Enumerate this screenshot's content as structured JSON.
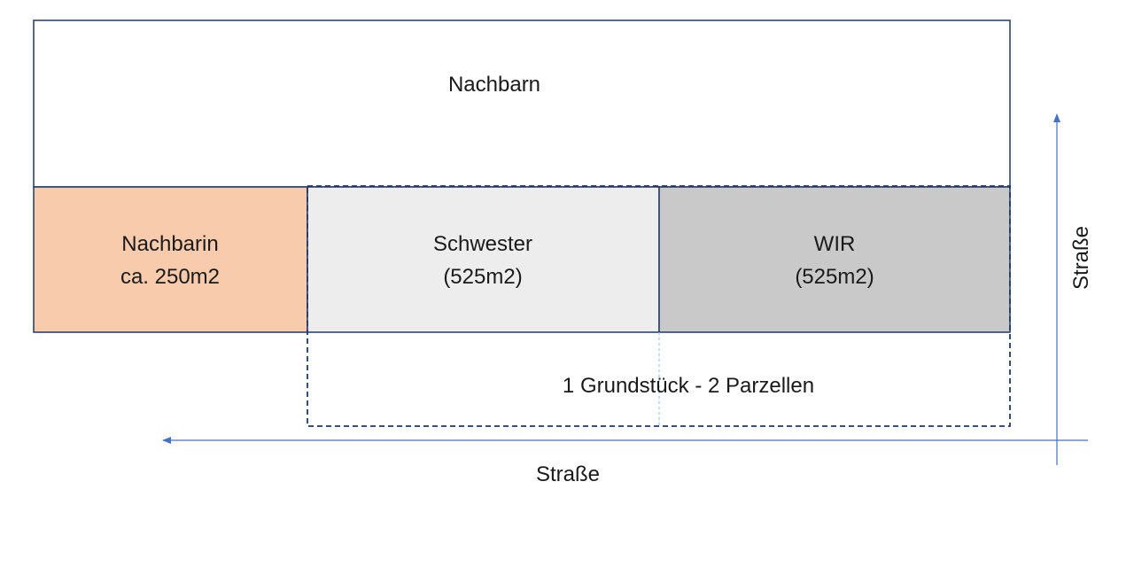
{
  "colors": {
    "nachbarin_fill": "#f8cbad",
    "schwester_fill": "#ededed",
    "wir_fill": "#c9c9c9",
    "outline": "#1f3864",
    "dashed_outline": "#1f3864",
    "street_arrow": "#4472c4",
    "text": "#1a1a1a"
  },
  "parcels": {
    "nachbarn": {
      "label": "Nachbarn"
    },
    "nachbarin": {
      "label_line1": "Nachbarin",
      "label_line2": "ca. 250m2"
    },
    "schwester": {
      "label_line1": "Schwester",
      "label_line2": "(525m2)"
    },
    "wir": {
      "label_line1": "WIR",
      "label_line2": "(525m2)"
    }
  },
  "grundstueck": {
    "label": "1 Grundstück - 2 Parzellen"
  },
  "streets": {
    "bottom": {
      "label": "Straße",
      "arrow_direction": "left"
    },
    "right": {
      "label": "Straße",
      "arrow_direction": "up"
    }
  }
}
